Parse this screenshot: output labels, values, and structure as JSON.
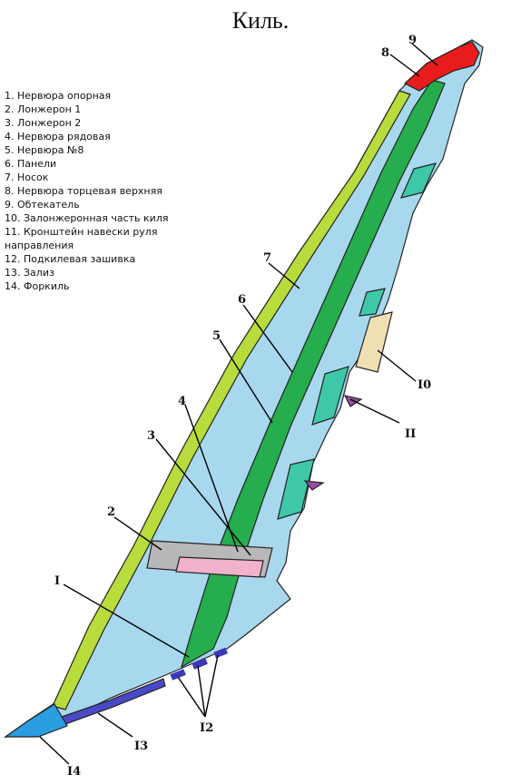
{
  "title": "Киль.",
  "legend": [
    "1. Нервюра опорная",
    "2. Лонжерон 1",
    "3. Лонжерон 2",
    "4. Нервюра рядовая",
    "5. Нервюра №8",
    "6. Панели",
    "7. Носок",
    "8. Нервюра торцевая верхняя",
    "9. Обтекатель",
    "10. Залонжеронная часть киля",
    "11. Кронштейн навески руля направления",
    "12. Подкилевая зашивка",
    "13. Зализ",
    "14. Форкиль"
  ],
  "callouts": {
    "c1": "I",
    "c2": "2",
    "c3": "3",
    "c4": "4",
    "c5": "5",
    "c6": "6",
    "c7": "7",
    "c8": "8",
    "c9": "9",
    "c10": "I0",
    "c11": "II",
    "c12": "I2",
    "c13": "I3",
    "c14": "I4"
  },
  "colors": {
    "skin": "#a8d8ee",
    "nose": "#b8dc3c",
    "panel": "#26ad4e",
    "fairing": "#e81c1c",
    "trailing_section": "#efe0b4",
    "hinge_bracket": "#9a4aa8",
    "bracket_frame": "#3ec8a8",
    "spar": "#b8b8b8",
    "rib_root": "#f2b2cc",
    "under_fin_cover": "#3a3ab8",
    "fillet": "#4a4ac8",
    "dorsal_fin": "#2a9ee0"
  }
}
